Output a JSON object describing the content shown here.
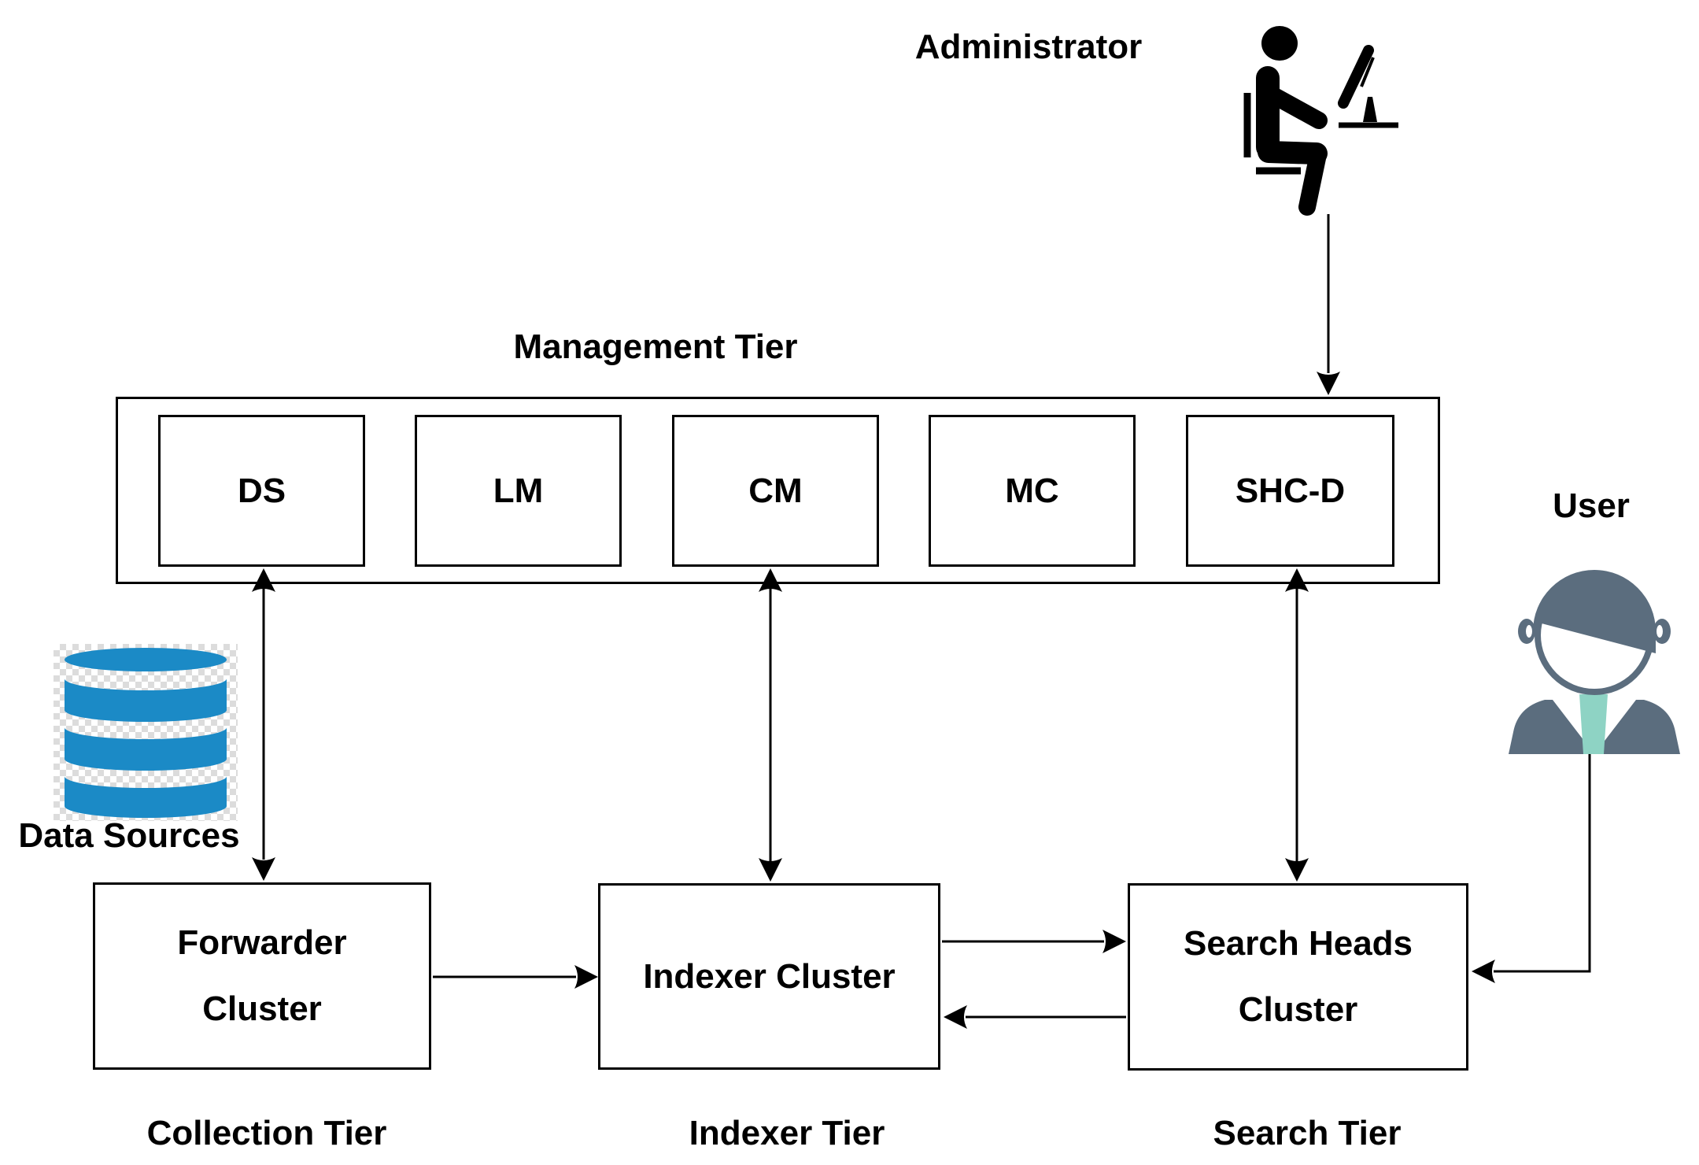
{
  "management_tier": {
    "label": "Management Tier",
    "nodes": [
      {
        "id": "ds",
        "label": "DS"
      },
      {
        "id": "lm",
        "label": "LM"
      },
      {
        "id": "cm",
        "label": "CM"
      },
      {
        "id": "mc",
        "label": "MC"
      },
      {
        "id": "shcd",
        "label": "SHC-D"
      }
    ]
  },
  "clusters": {
    "forwarder": {
      "line1": "Forwarder",
      "line2": "Cluster"
    },
    "indexer": {
      "label": "Indexer Cluster"
    },
    "search_heads": {
      "line1": "Search Heads",
      "line2": "Cluster"
    }
  },
  "tiers": {
    "collection": "Collection Tier",
    "indexer": "Indexer Tier",
    "search": "Search Tier"
  },
  "actors": {
    "administrator": {
      "label": "Administrator",
      "icon": "person-at-desk-icon"
    },
    "user": {
      "label": "User",
      "icon": "person-bust-icon"
    }
  },
  "data_sources": {
    "label": "Data Sources",
    "icon": "database-icon"
  },
  "colors": {
    "line_black": "#000000",
    "database_blue": "#1b8ac6",
    "user_figure_slate": "#5b6d7e",
    "user_tie_mint": "#8ed3c4",
    "checker_gray": "#dcdcdc"
  }
}
